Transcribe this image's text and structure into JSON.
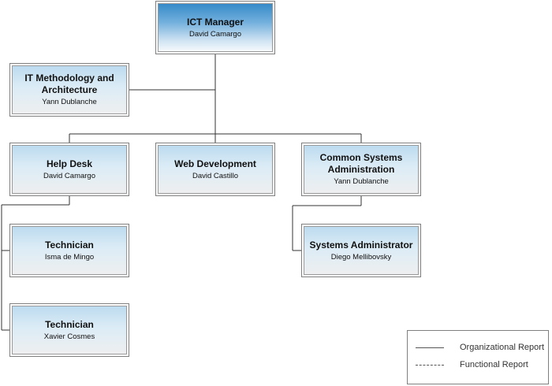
{
  "nodes": {
    "ict_manager": {
      "title": "ICT Manager",
      "person": "David Camargo"
    },
    "it_methodology": {
      "title": "IT Methodology and Architecture",
      "person": "Yann Dublanche"
    },
    "help_desk": {
      "title": "Help Desk",
      "person": "David Camargo"
    },
    "web_development": {
      "title": "Web Development",
      "person": "David Castillo"
    },
    "common_systems": {
      "title": "Common Systems Administration",
      "person": "Yann Dublanche"
    },
    "technician_1": {
      "title": "Technician",
      "person": "Isma de Mingo"
    },
    "technician_2": {
      "title": "Technician",
      "person": "Xavier Cosmes"
    },
    "systems_admin": {
      "title": "Systems Administrator",
      "person": "Diego Mellibovsky"
    }
  },
  "legend": {
    "organizational": "Organizational Report",
    "functional": "Functional Report"
  },
  "colors": {
    "top_node": "#2f86c6",
    "node_fill": "#dcecf6",
    "connector": "#333333"
  }
}
